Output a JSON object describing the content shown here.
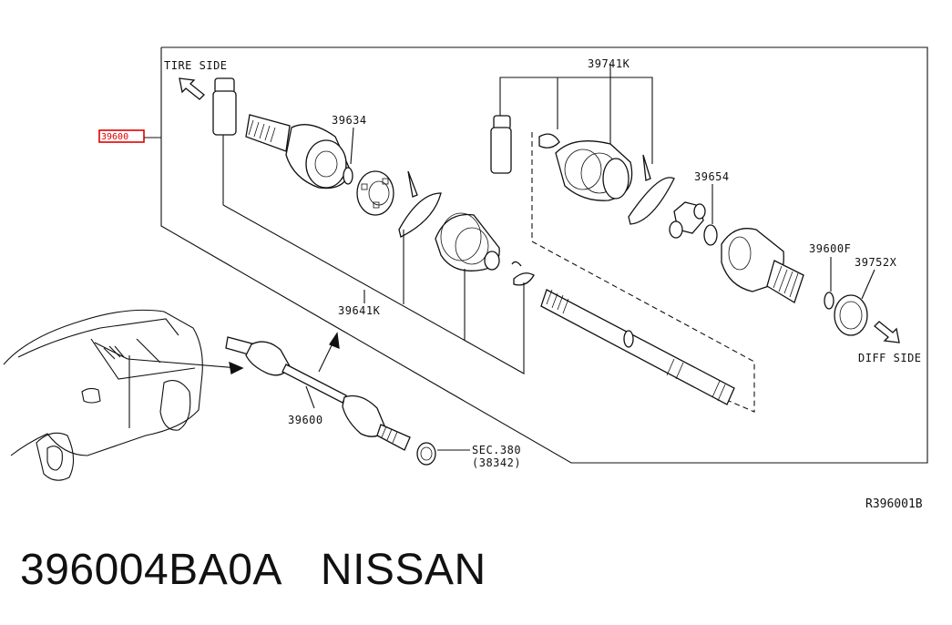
{
  "diagram": {
    "highlighted_part": "39600",
    "tire_side": "TIRE SIDE",
    "diff_side": "DIFF SIDE",
    "labels": {
      "p39741k": "39741K",
      "p39634": "39634",
      "p39654": "39654",
      "p39600f": "39600F",
      "p39752x": "39752X",
      "p39641k": "39641K",
      "p39600": "39600",
      "sec": "SEC.380",
      "sec_ref": "(38342)"
    },
    "ref_code": "R396001B"
  },
  "caption": {
    "part_number": "396004BA0A",
    "brand": "NISSAN"
  },
  "colors": {
    "highlight": "#e00000",
    "line": "#111111"
  }
}
